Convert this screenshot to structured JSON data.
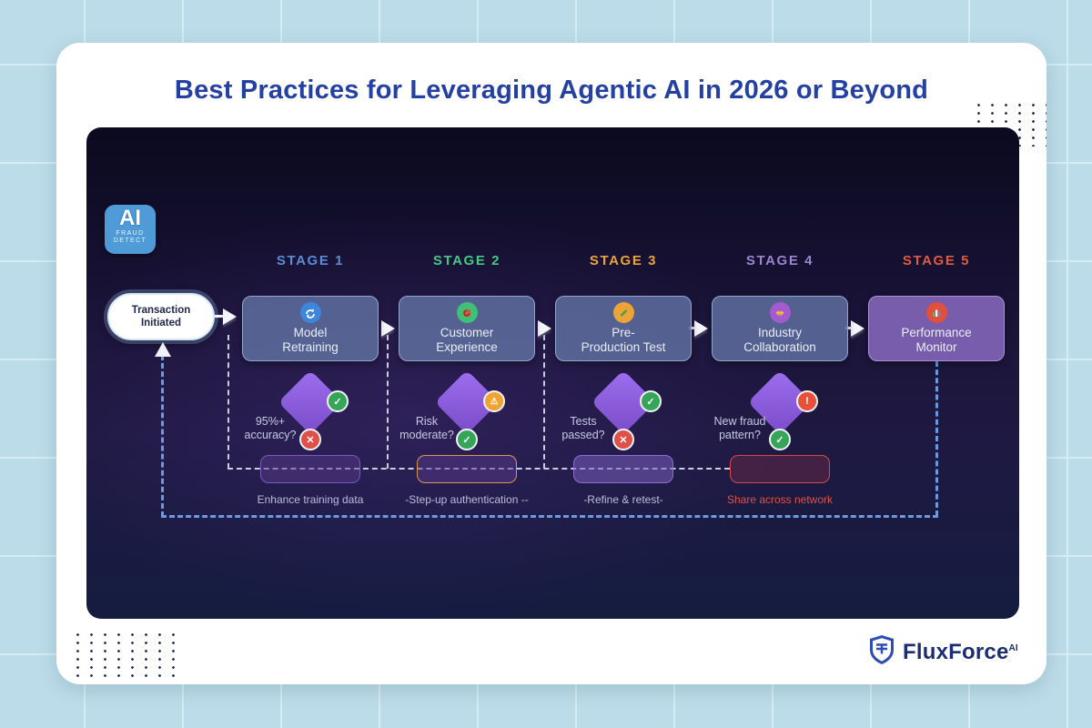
{
  "title": "Best Practices for Leveraging Agentic AI in 2026 or Beyond",
  "ai_badge": {
    "top": "AI",
    "mid": "FRAUD",
    "bot": "DETECT"
  },
  "start": {
    "line1": "Transaction",
    "line2": "Initiated"
  },
  "glyphs": {
    "check": "✓",
    "cross": "✕",
    "warning": "⚠",
    "alert": "!"
  },
  "stages": [
    {
      "label": "STAGE 1",
      "color": "#5b8dd6",
      "box": {
        "line1": "Model",
        "line2": "Retraining",
        "icon": "refresh-icon",
        "icon_bg": "#3d86dc"
      },
      "decision": {
        "q1": "95%+",
        "q2": "accuracy?",
        "badge_top": "check",
        "badge_bottom": "cross"
      },
      "action": {
        "label": "Enhance training data",
        "border": "#7a5ab8"
      }
    },
    {
      "label": "STAGE 2",
      "color": "#43c983",
      "box": {
        "line1": "Customer",
        "line2": "Experience",
        "icon": "customer-emoji-icon",
        "icon_bg": "#3fc077"
      },
      "decision": {
        "q1": "Risk",
        "q2": "moderate?",
        "badge_top": "warning",
        "badge_bottom": "check"
      },
      "action": {
        "label": "-Step-up authentication --",
        "border": "#d9984e"
      }
    },
    {
      "label": "STAGE 3",
      "color": "#eca438",
      "box": {
        "line1": "Pre-",
        "line2": "Production Test",
        "icon": "pencil-icon",
        "icon_bg": "#eca438"
      },
      "decision": {
        "q1": "Tests",
        "q2": "passed?",
        "badge_top": "check",
        "badge_bottom": "cross"
      },
      "action": {
        "label": "-Refine & retest-",
        "border": "#8d6fd4"
      }
    },
    {
      "label": "STAGE 4",
      "color": "#9b85cf",
      "box": {
        "line1": "Industry",
        "line2": "Collaboration",
        "icon": "handshake-icon",
        "icon_bg": "#a55bd0"
      },
      "decision": {
        "q1": "New fraud",
        "q2": "pattern?",
        "badge_top": "alert",
        "badge_bottom": "check"
      },
      "action": {
        "label": "Share across network",
        "border": "#d84848"
      }
    },
    {
      "label": "STAGE 5",
      "color": "#e25a42",
      "box": {
        "line1": "Performance",
        "line2": "Monitor",
        "icon": "bar-chart-icon",
        "icon_bg": "#e0503c"
      }
    }
  ],
  "logo": {
    "name": "FluxForce",
    "sup": "AI"
  },
  "colors": {
    "background": "#bcdce9",
    "card": "#ffffff",
    "title": "#2440a3",
    "panel_dark": "#130f2e",
    "loop_dash_blue": "#6b9ae0",
    "path_dash_white": "#c9cede",
    "diamond_purple": "#8a5ce0",
    "badge_green": "#35a558",
    "badge_red": "#de5048",
    "badge_orange": "#f0a330"
  }
}
